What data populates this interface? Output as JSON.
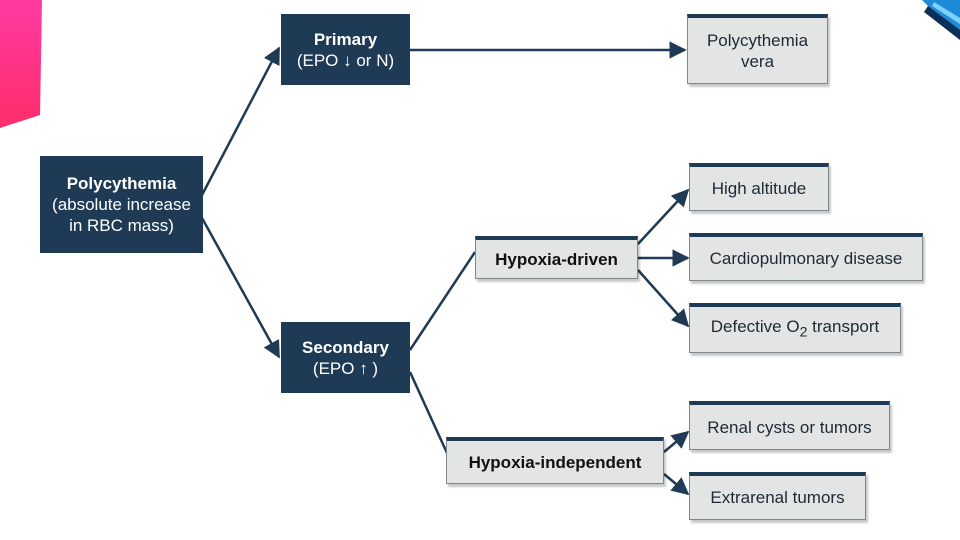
{
  "colors": {
    "node_dark": "#1f3a55",
    "node_light": "#e3e4e4",
    "edge": "#1f3a55",
    "deco_left_pink": "#ff3aa2",
    "deco_right_blue": "#1d8bd8"
  },
  "nodes": {
    "root": {
      "line1": "Polycythemia",
      "line2": "(absolute increase",
      "line3": "in RBC mass)"
    },
    "primary": {
      "line1": "Primary",
      "line2": "(EPO ↓ or N)"
    },
    "secondary": {
      "line1": "Secondary",
      "line2": "(EPO ↑ )"
    },
    "polycythemia_vera": {
      "line1": "Polycythemia",
      "line2": "vera"
    },
    "hypoxia_driven": {
      "label": "Hypoxia-driven"
    },
    "hypoxia_independent": {
      "label": "Hypoxia-independent"
    },
    "high_altitude": {
      "label": "High altitude"
    },
    "cardiopulmonary": {
      "label": "Cardiopulmonary disease"
    },
    "defective_o2": {
      "label_pre": "Defective O",
      "label_sub": "2",
      "label_post": " transport"
    },
    "renal": {
      "label": "Renal cysts or tumors"
    },
    "extrarenal": {
      "label": "Extrarenal tumors"
    }
  },
  "edges": [
    {
      "from": "root",
      "to": "primary"
    },
    {
      "from": "root",
      "to": "secondary"
    },
    {
      "from": "primary",
      "to": "polycythemia_vera"
    },
    {
      "from": "secondary",
      "to": "hypoxia_driven"
    },
    {
      "from": "secondary",
      "to": "hypoxia_independent"
    },
    {
      "from": "hypoxia_driven",
      "to": "high_altitude"
    },
    {
      "from": "hypoxia_driven",
      "to": "cardiopulmonary"
    },
    {
      "from": "hypoxia_driven",
      "to": "defective_o2"
    },
    {
      "from": "hypoxia_independent",
      "to": "renal"
    },
    {
      "from": "hypoxia_independent",
      "to": "extrarenal"
    }
  ]
}
